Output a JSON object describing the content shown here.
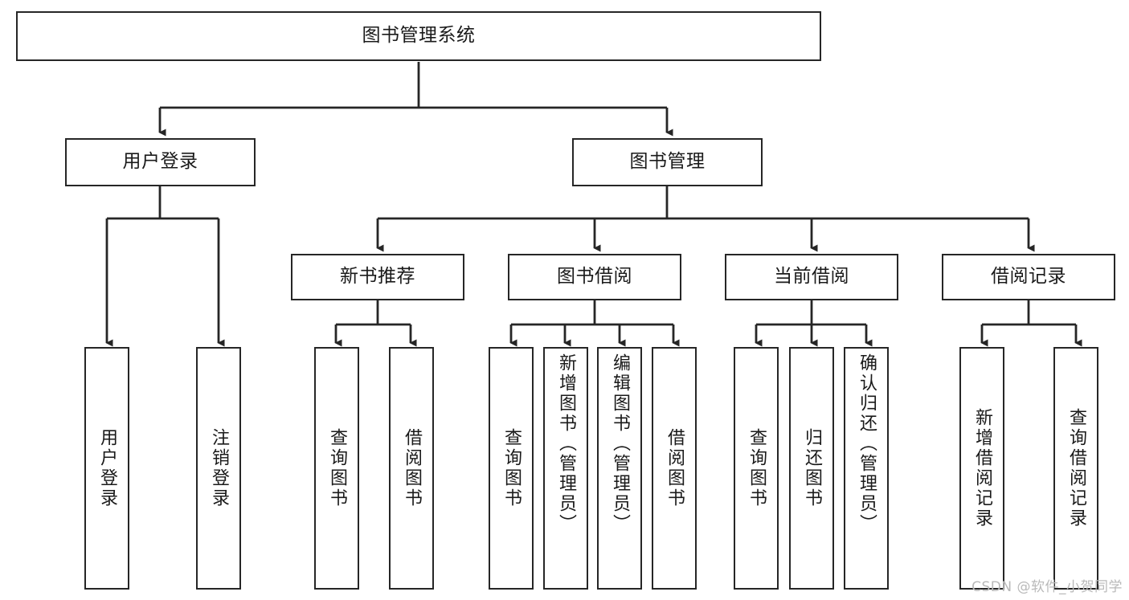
{
  "diagram": {
    "type": "tree-hierarchy-chart",
    "title": "图书管理系统",
    "line_color": "#262626",
    "box_fill": "#ffffff",
    "text_color": "#1a1a1a",
    "watermark": "CSDN @软件_小贺同学",
    "nodes": {
      "root": {
        "label": "图书管理系统"
      },
      "level2": [
        {
          "id": "user-login",
          "label": "用户登录"
        },
        {
          "id": "book-manage",
          "label": "图书管理"
        }
      ],
      "level3": [
        {
          "id": "new-book-recommend",
          "label": "新书推荐"
        },
        {
          "id": "book-borrow",
          "label": "图书借阅"
        },
        {
          "id": "current-borrow",
          "label": "当前借阅"
        },
        {
          "id": "borrow-record",
          "label": "借阅记录"
        }
      ],
      "leaves": {
        "user-login": [
          {
            "id": "leaf-user-login",
            "label": "用户登录"
          },
          {
            "id": "leaf-user-logout",
            "label": "注销登录"
          }
        ],
        "new-book-recommend": [
          {
            "id": "leaf-query-book-1",
            "label": "查询图书"
          },
          {
            "id": "leaf-borrow-book-1",
            "label": "借阅图书"
          }
        ],
        "book-borrow": [
          {
            "id": "leaf-query-book-2",
            "label": "查询图书"
          },
          {
            "id": "leaf-add-book",
            "label": "新增图书（管理员）"
          },
          {
            "id": "leaf-edit-book",
            "label": "编辑图书（管理员）"
          },
          {
            "id": "leaf-borrow-book-2",
            "label": "借阅图书"
          }
        ],
        "current-borrow": [
          {
            "id": "leaf-query-book-3",
            "label": "查询图书"
          },
          {
            "id": "leaf-return-book",
            "label": "归还图书"
          },
          {
            "id": "leaf-confirm-return",
            "label": "确认归还（管理员）"
          }
        ],
        "borrow-record": [
          {
            "id": "leaf-add-record",
            "label": "新增借阅记录"
          },
          {
            "id": "leaf-query-record",
            "label": "查询借阅记录"
          }
        ]
      }
    }
  }
}
